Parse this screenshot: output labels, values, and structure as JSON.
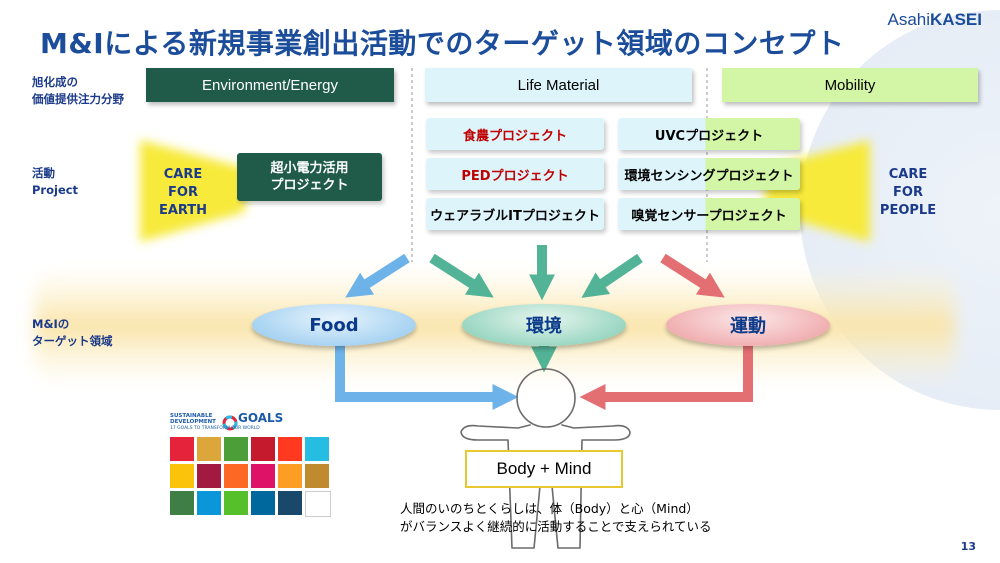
{
  "header": {
    "title": "M&Iによる新規事業創出活動でのターゲット領域のコンセプト",
    "logo_prefix": "Asahi",
    "logo_bold": "KASEI"
  },
  "rows": {
    "fields_line1": "旭化成の",
    "fields_line2": "価値提供注力分野",
    "projects_line1": "活動",
    "projects_line2": "Project",
    "targets_line1": "M&Iの",
    "targets_line2": "ターゲット領域"
  },
  "categories": {
    "environment": "Environment/Energy",
    "life_material": "Life Material",
    "mobility": "Mobility"
  },
  "projects": {
    "low_power_line1": "超小電力活用",
    "low_power_line2": "プロジェクト",
    "food_agri": "食農プロジェクト",
    "ped": "PEDプロジェクト",
    "wearable_it": "ウェアラブルITプロジェクト",
    "uvc": "UVCプロジェクト",
    "env_sensing": "環境センシングプロジェクト",
    "smell_sensor": "嗅覚センサープロジェクト"
  },
  "care_earth": {
    "line1": "CARE",
    "line2": "FOR",
    "line3": "EARTH"
  },
  "care_people": {
    "line1": "CARE",
    "line2": "FOR",
    "line3": "PEOPLE"
  },
  "targets": {
    "food": "Food",
    "environment": "環境",
    "exercise": "運動"
  },
  "body_mind": "Body + Mind",
  "caption": {
    "line1": "人間のいのちとくらしは、体（Body）と心（Mind）",
    "line2": "がバランスよく継続的に活動することで支えられている"
  },
  "sdgs": {
    "line1": "SUSTAINABLE",
    "line2": "DEVELOPMENT",
    "goals": "GOALS",
    "tagline": "17 GOALS TO TRANSFORM OUR WORLD",
    "tile_colors": [
      "#e5243b",
      "#dda63a",
      "#4c9f38",
      "#c5192d",
      "#ff3a21",
      "#26bde2",
      "#fcc30b",
      "#a21942",
      "#fd6925",
      "#dd1367",
      "#fd9d24",
      "#bf8b2e",
      "#3f7e44",
      "#0a97d9",
      "#56c02b",
      "#00689d",
      "#19486a"
    ]
  },
  "page_number": "13",
  "colors": {
    "title": "#1b4d9b",
    "environment": "#1f5b48",
    "life_material": "#ddf4fb",
    "mobility": "#d3f5a6",
    "arrow_blue": "#6eb2ea",
    "arrow_green": "#52b396",
    "arrow_red": "#e46f73"
  }
}
